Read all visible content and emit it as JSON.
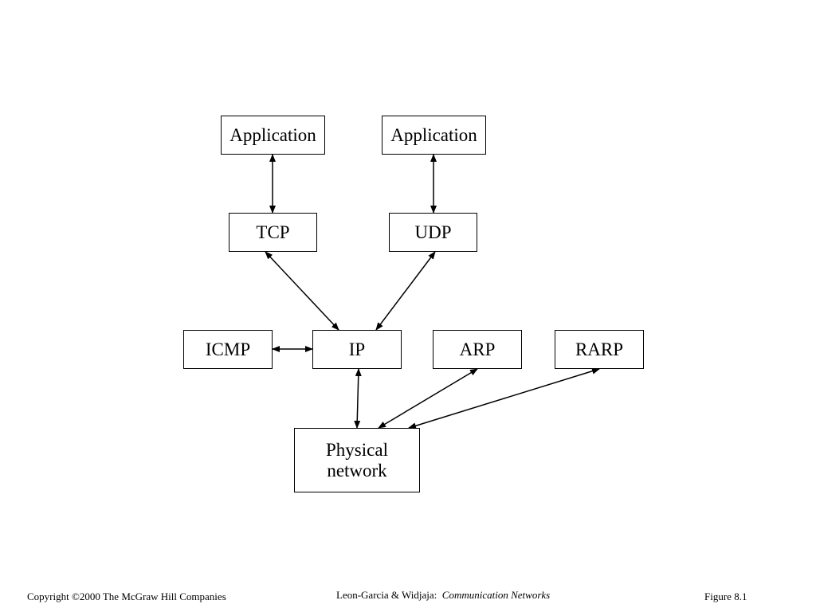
{
  "diagram": {
    "nodes": [
      {
        "id": "app1",
        "label": "Application"
      },
      {
        "id": "app2",
        "label": "Application"
      },
      {
        "id": "tcp",
        "label": "TCP"
      },
      {
        "id": "udp",
        "label": "UDP"
      },
      {
        "id": "icmp",
        "label": "ICMP"
      },
      {
        "id": "ip",
        "label": "IP"
      },
      {
        "id": "arp",
        "label": "ARP"
      },
      {
        "id": "rarp",
        "label": "RARP"
      },
      {
        "id": "phys",
        "label": "Physical network"
      }
    ],
    "edges": [
      {
        "from": "app1",
        "to": "tcp",
        "direction": "both"
      },
      {
        "from": "app2",
        "to": "udp",
        "direction": "both"
      },
      {
        "from": "tcp",
        "to": "ip",
        "direction": "both"
      },
      {
        "from": "udp",
        "to": "ip",
        "direction": "both"
      },
      {
        "from": "icmp",
        "to": "ip",
        "direction": "both"
      },
      {
        "from": "ip",
        "to": "phys",
        "direction": "both"
      },
      {
        "from": "arp",
        "to": "phys",
        "direction": "both"
      },
      {
        "from": "rarp",
        "to": "phys",
        "direction": "both"
      }
    ]
  },
  "footer": {
    "copyright": "Copyright ©2000 The McGraw Hill Companies",
    "authors": "Leon-Garcia & Widjaja:",
    "book_title": "Communication Networks",
    "figure": "Figure 8.1"
  }
}
